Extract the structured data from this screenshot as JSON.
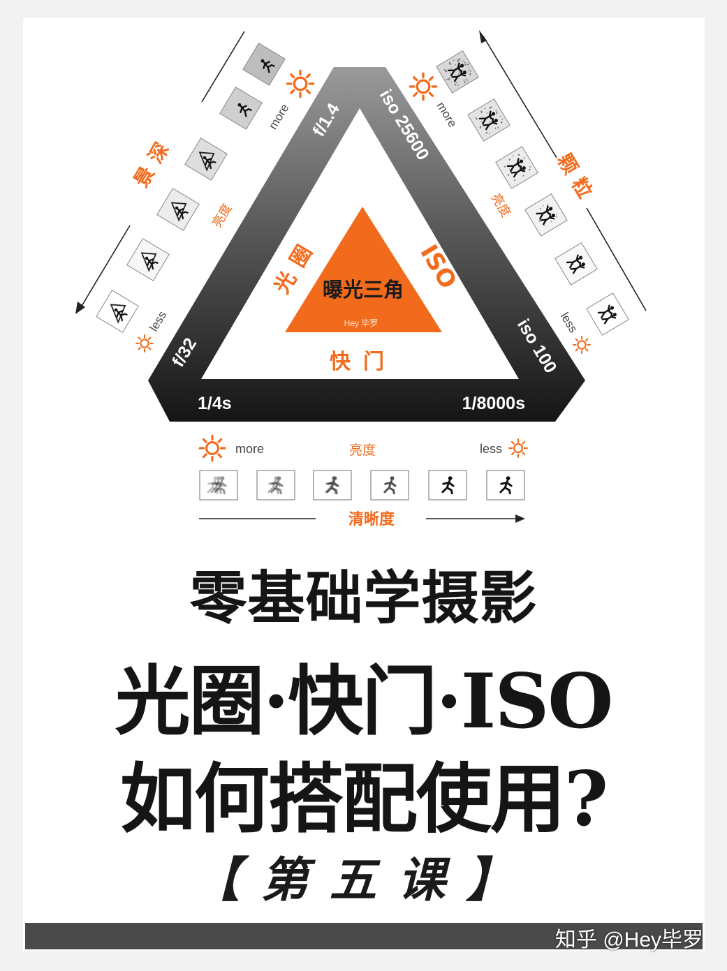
{
  "diagram": {
    "center_title": "曝光三角",
    "center_credit": "Hey 毕罗",
    "label_aperture": "光圈",
    "label_iso": "ISO",
    "label_shutter": "快门",
    "top_left_value": "f/1.4",
    "bottom_left_value": "f/32",
    "top_right_value": "iso 25600",
    "bottom_right_value": "iso 100",
    "bottom_left_shutter": "1/4s",
    "bottom_right_shutter": "1/8000s",
    "left_scale_title": "景深",
    "left_brightness": "亮度",
    "left_more": "more",
    "left_less": "less",
    "right_scale_title": "颗粒",
    "right_brightness": "亮度",
    "right_more": "more",
    "right_less": "less",
    "bottom_more": "more",
    "bottom_brightness": "亮度",
    "bottom_less": "less",
    "bottom_scale_title": "清晰度",
    "orange": "#f26b1d",
    "dark": "#222222"
  },
  "title": {
    "subtitle": "零基础学摄影",
    "line1": "光圈·快门·ISO",
    "line2": "如何搭配使用?",
    "lesson": "【第五课】"
  },
  "footer": {
    "watermark": "知乎 @Hey毕罗"
  }
}
